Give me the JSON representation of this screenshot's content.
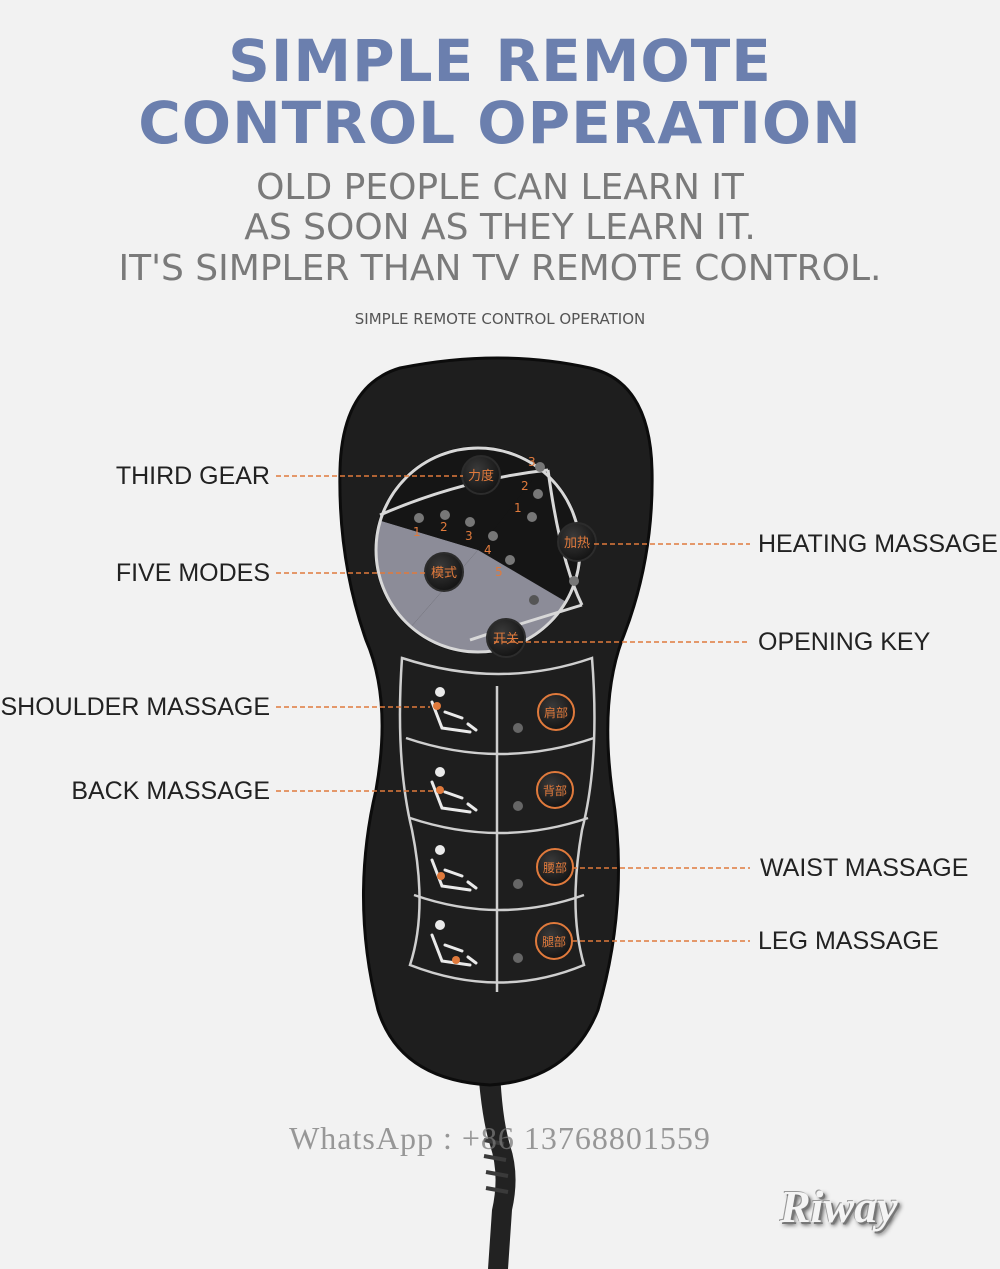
{
  "header": {
    "title_line1": "SIMPLE REMOTE",
    "title_line2": "CONTROL OPERATION",
    "subtitle_line1": "OLD PEOPLE CAN LEARN IT",
    "subtitle_line2": "AS SOON AS THEY LEARN IT.",
    "subtitle_line3": "IT'S SIMPLER THAN TV REMOTE CONTROL.",
    "caption": "SIMPLE REMOTE CONTROL OPERATION"
  },
  "labels": {
    "third_gear": "THIRD GEAR",
    "five_modes": "FIVE MODES",
    "shoulder_massage": "SHOULDER MASSAGE",
    "back_massage": "BACK MASSAGE",
    "heating_massage": "HEATING MASSAGE",
    "opening_key": "OPENING KEY",
    "waist_massage": "WAIST MASSAGE",
    "leg_massage": "LEG MASSAGE"
  },
  "remote": {
    "btn_strength": "力度",
    "btn_heat": "加热",
    "btn_mode": "模式",
    "btn_power": "开关",
    "btn_shoulder": "肩部",
    "btn_back": "背部",
    "btn_waist": "腰部",
    "btn_leg": "腿部",
    "gear_numbers": [
      "3",
      "2",
      "1"
    ],
    "mode_numbers": [
      "1",
      "2",
      "3",
      "4",
      "5"
    ]
  },
  "footer": {
    "watermark": "WhatsApp : +86 13768801559",
    "logo": "Riway"
  },
  "colors": {
    "title": "#6b7fae",
    "remote_body": "#1e1e1e",
    "accent_orange": "#e07a3c",
    "dial_gray": "#8c8c98"
  }
}
